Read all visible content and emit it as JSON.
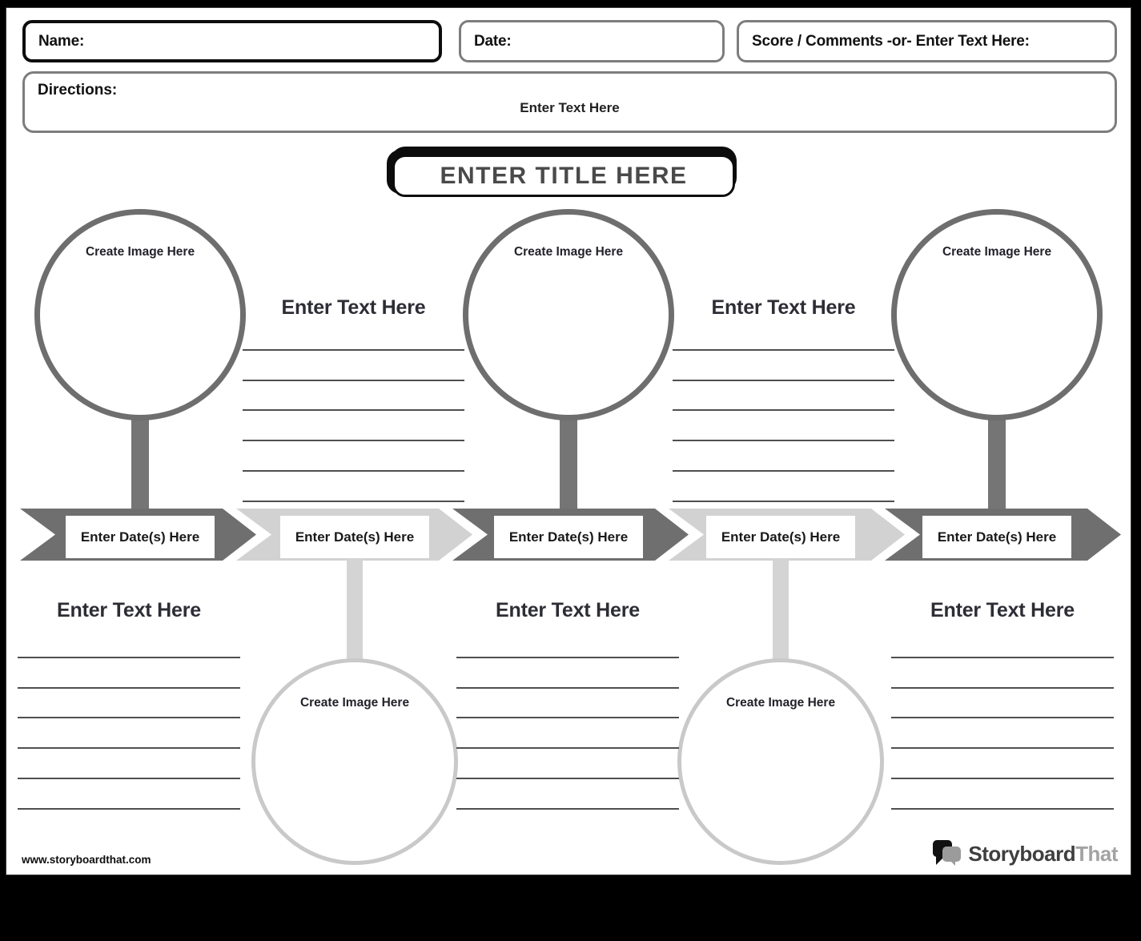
{
  "header": {
    "name_label": "Name:",
    "date_label": "Date:",
    "score_label": "Score / Comments -or- Enter Text Here:",
    "directions_label": "Directions:",
    "directions_text": "Enter Text Here"
  },
  "title": "ENTER TITLE HERE",
  "timeline": {
    "events": [
      {
        "date_label": "Enter Date(s) Here",
        "image_label": "Create Image Here",
        "text_heading": "Enter Text Here",
        "arrow_color": "#6f6f6f"
      },
      {
        "date_label": "Enter Date(s) Here",
        "image_label": "Create Image Here",
        "text_heading": "Enter Text Here",
        "arrow_color": "#d2d2d2"
      },
      {
        "date_label": "Enter Date(s) Here",
        "image_label": "Create Image Here",
        "text_heading": "Enter Text Here",
        "arrow_color": "#6f6f6f"
      },
      {
        "date_label": "Enter Date(s) Here",
        "image_label": "Create Image Here",
        "text_heading": "Enter Text Here",
        "arrow_color": "#d2d2d2"
      },
      {
        "date_label": "Enter Date(s) Here",
        "image_label": "Create Image Here",
        "text_heading": "Enter Text Here",
        "arrow_color": "#6f6f6f"
      }
    ]
  },
  "footer": {
    "website": "www.storyboardthat.com",
    "logo_primary": "Storyboard",
    "logo_secondary": "That"
  },
  "colors": {
    "arrow_dark": "#6f6f6f",
    "arrow_light": "#d2d2d2",
    "top_circle_border": "#6e6e6e",
    "bottom_circle_border": "#c9c9c9",
    "writing_line": "#4f4f4f",
    "title_text": "#4a4a4a"
  }
}
